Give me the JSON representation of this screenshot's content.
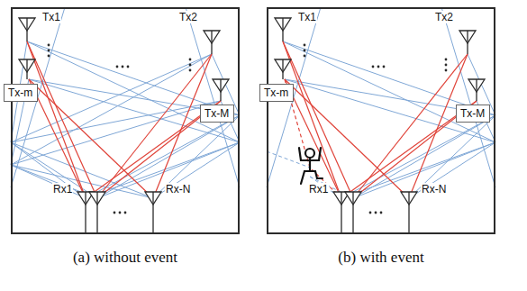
{
  "diagram": {
    "nodes": [
      {
        "text": [
          "(a) without event"
        ]
      },
      {
        "text": [
          "Tx-m"
        ],
        "in": 0
      },
      {
        "text": [
          "Tx-M"
        ],
        "in": 0
      },
      {
        "text": [
          "(b) with event"
        ]
      },
      {
        "text": [
          "Tx-m"
        ],
        "in": 3
      },
      {
        "text": [
          "Tx-M"
        ],
        "in": 3
      }
    ],
    "labels": [
      "Tx1",
      "Tx2",
      "Rx1",
      "Rx-N",
      "Tx1",
      "Tx2",
      "Rx1",
      "Rx-N"
    ]
  }
}
